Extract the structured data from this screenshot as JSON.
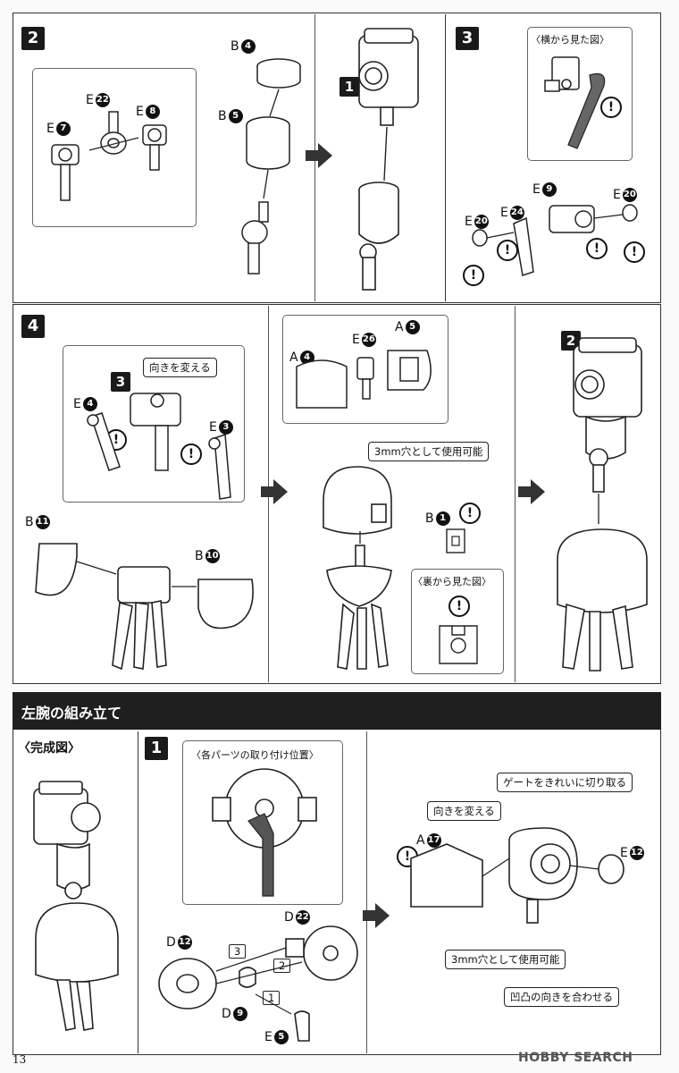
{
  "steps": {
    "s2": {
      "num": "2",
      "parts": {
        "b4": "B",
        "b4n": "4",
        "b5": "B",
        "b5n": "5",
        "e22": "E",
        "e22n": "22",
        "e8": "E",
        "e8n": "8",
        "e7": "E",
        "e7n": "7"
      },
      "next": "1"
    },
    "s3": {
      "num": "3",
      "side_view": "〈横から見た図〉",
      "parts": {
        "e9": "E",
        "e9n": "9",
        "e20a": "E",
        "e20an": "20",
        "e24": "E",
        "e24n": "24",
        "e20b": "E",
        "e20bn": "20"
      }
    },
    "s4": {
      "num": "4",
      "sub_num": "3",
      "turn": "向きを変える",
      "parts": {
        "e4": "E",
        "e4n": "4",
        "e3": "E",
        "e3n": "3",
        "b11": "B",
        "b11n": "11",
        "b10": "B",
        "b10n": "10",
        "a4": "A",
        "a4n": "4",
        "e26": "E",
        "e26n": "26",
        "a5": "A",
        "a5n": "5",
        "b1": "B",
        "b1n": "1"
      },
      "hole": "3mm穴として使用可能",
      "back_view": "〈裏から見た図〉",
      "next": "2"
    }
  },
  "section": {
    "title": "左腕の組み立て",
    "complete": "〈完成図〉"
  },
  "left_arm": {
    "step_num": "1",
    "positions": "〈各パーツの取り付け位置〉",
    "parts": {
      "d22": "D",
      "d22n": "22",
      "d12": "D",
      "d12n": "12",
      "d9": "D",
      "d9n": "9",
      "e5": "E",
      "e5n": "5",
      "a17": "A",
      "a17n": "17",
      "e12": "E",
      "e12n": "12"
    },
    "order": {
      "o1": "1",
      "o2": "2",
      "o3": "3"
    },
    "gate": "ゲートをきれいに切り取る",
    "turn": "向きを変える",
    "hole": "3mm穴として使用可能",
    "align": "凹凸の向きを合わせる"
  },
  "page_number": "13",
  "warning_mark": "!",
  "watermark": "HOBBY SEARCH"
}
